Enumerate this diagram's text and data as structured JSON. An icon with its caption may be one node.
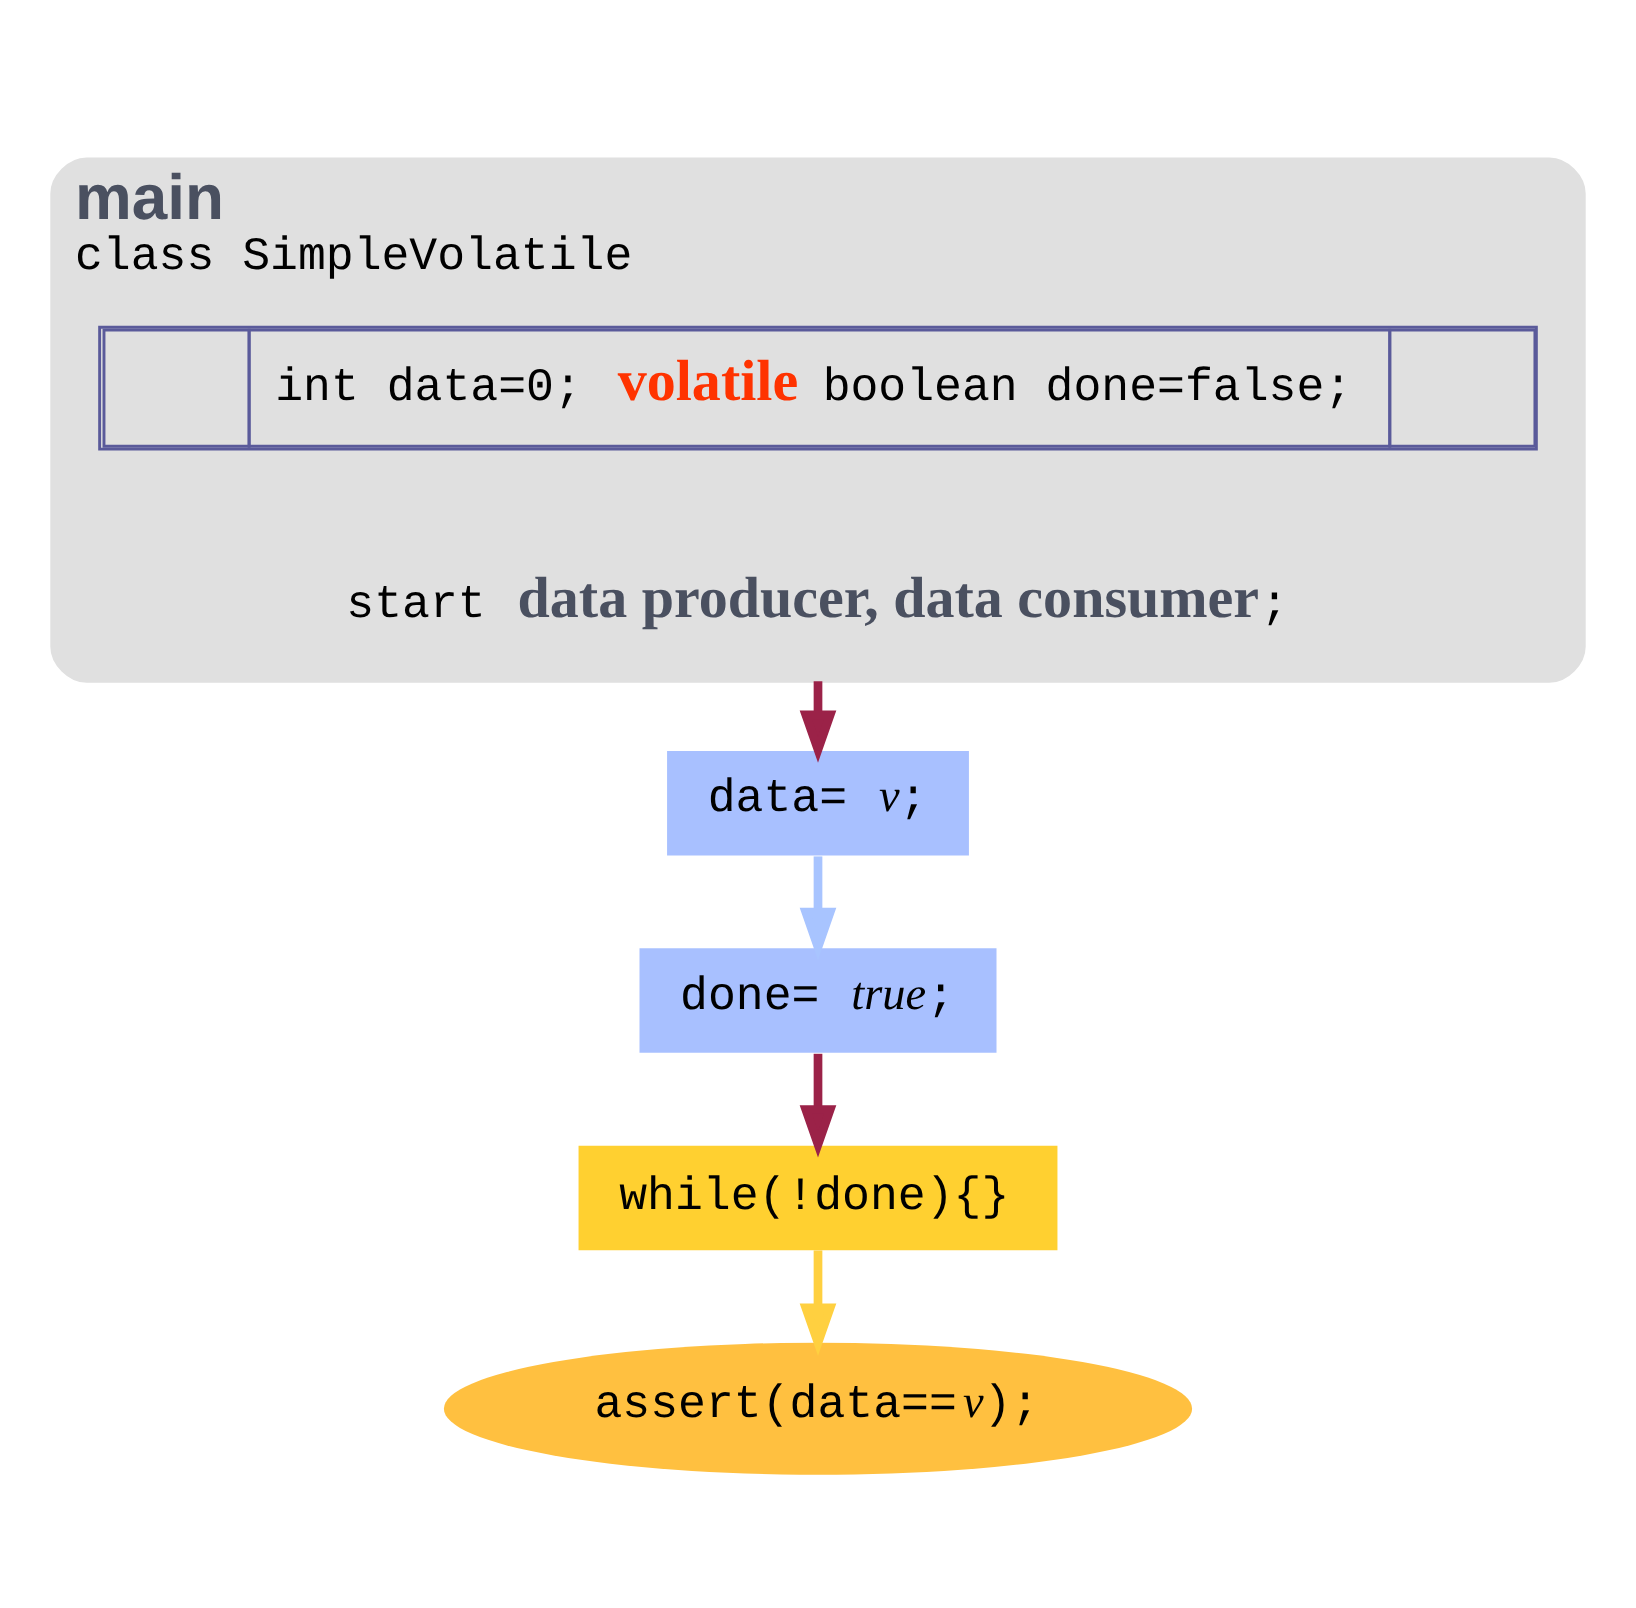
{
  "diagram": {
    "nodes": [
      {
        "text": [
          "main",
          "class SimpleVolatile",
          "start **data producer, data consumer**;"
        ]
      },
      {
        "text": [
          "int data=0; **volatile** boolean done=false;"
        ],
        "in": 0
      },
      {
        "text": [
          "data= *v*;"
        ]
      },
      {
        "text": [
          "done= *true*;"
        ]
      },
      {
        "text": [
          "while(!done){}"
        ]
      },
      {
        "text": [
          "assert(data==*v*);"
        ]
      }
    ],
    "edges": [
      {
        "from": 0,
        "to": 2,
        "arrow": "to",
        "color": "#9b2248"
      },
      {
        "from": 2,
        "to": 3,
        "arrow": "to",
        "color": "#a8c4ff"
      },
      {
        "from": 3,
        "to": 4,
        "arrow": "to",
        "color": "#9b2248"
      },
      {
        "from": 4,
        "to": 5,
        "arrow": "to",
        "color": "#ffd040"
      }
    ]
  }
}
